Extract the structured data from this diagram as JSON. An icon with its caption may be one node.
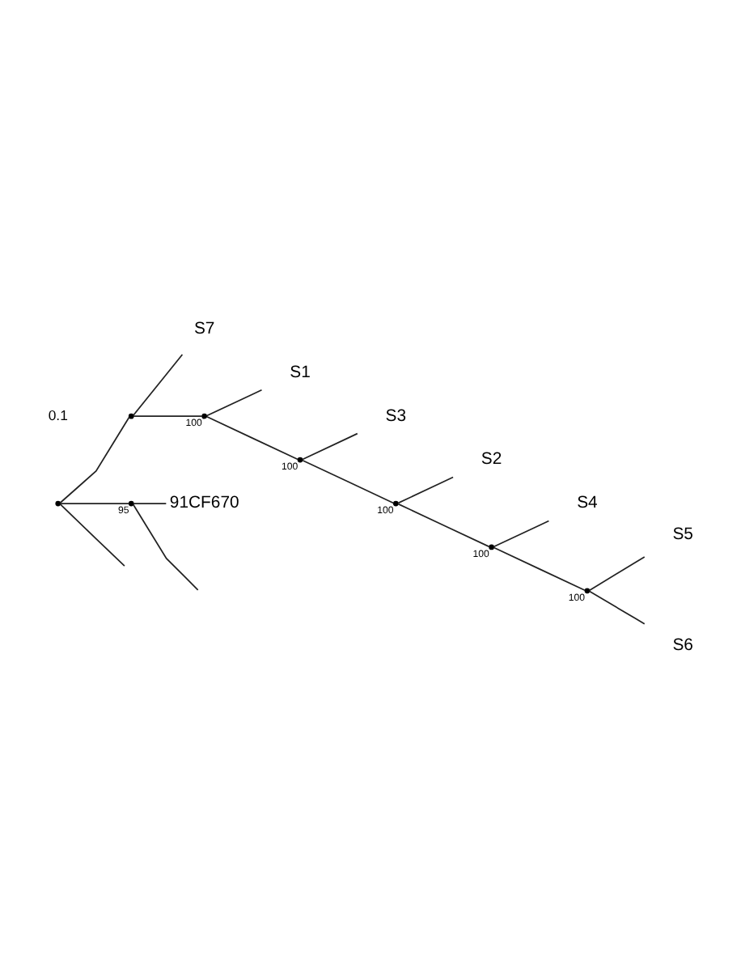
{
  "diagram": {
    "nodes": [
      {
        "text": [],
        "shape": "point"
      },
      {
        "text": [],
        "shape": "point"
      },
      {
        "text": [
          "S7"
        ]
      },
      {
        "text": [],
        "shape": "point",
        "beside": [
          "100"
        ]
      },
      {
        "text": [
          "S1"
        ]
      },
      {
        "text": [],
        "shape": "point",
        "beside": [
          "100"
        ]
      },
      {
        "text": [
          "S3"
        ]
      },
      {
        "text": [],
        "shape": "point",
        "beside": [
          "100"
        ]
      },
      {
        "text": [
          "S2"
        ]
      },
      {
        "text": [],
        "shape": "point",
        "beside": [
          "100"
        ]
      },
      {
        "text": [
          "S4"
        ]
      },
      {
        "text": [],
        "shape": "point",
        "beside": [
          "100"
        ]
      },
      {
        "text": [
          "S5"
        ]
      },
      {
        "text": [
          "S6"
        ]
      },
      {
        "text": [],
        "shape": "point",
        "beside": [
          "95"
        ]
      },
      {
        "text": [
          "91CF670"
        ]
      }
    ],
    "edges": [
      {
        "from": 0,
        "to": null,
        "arrow": "none"
      },
      {
        "from": 0,
        "to": 1,
        "arrow": "none"
      },
      {
        "from": 1,
        "to": 2,
        "arrow": "none"
      },
      {
        "from": 1,
        "to": 3,
        "arrow": "none"
      },
      {
        "from": 3,
        "to": 4,
        "arrow": "none"
      },
      {
        "from": 3,
        "to": 5,
        "arrow": "none"
      },
      {
        "from": 5,
        "to": 6,
        "arrow": "none"
      },
      {
        "from": 5,
        "to": 7,
        "arrow": "none"
      },
      {
        "from": 7,
        "to": 8,
        "arrow": "none"
      },
      {
        "from": 7,
        "to": 9,
        "arrow": "none"
      },
      {
        "from": 9,
        "to": 10,
        "arrow": "none"
      },
      {
        "from": 9,
        "to": 11,
        "arrow": "none"
      },
      {
        "from": 11,
        "to": 12,
        "arrow": "none"
      },
      {
        "from": 11,
        "to": 13,
        "arrow": "none"
      },
      {
        "from": 0,
        "to": 14,
        "arrow": "none"
      },
      {
        "from": 14,
        "to": 15,
        "arrow": "none"
      },
      {
        "from": 14,
        "to": null,
        "arrow": "none"
      }
    ],
    "labels": [
      "0.1"
    ]
  }
}
